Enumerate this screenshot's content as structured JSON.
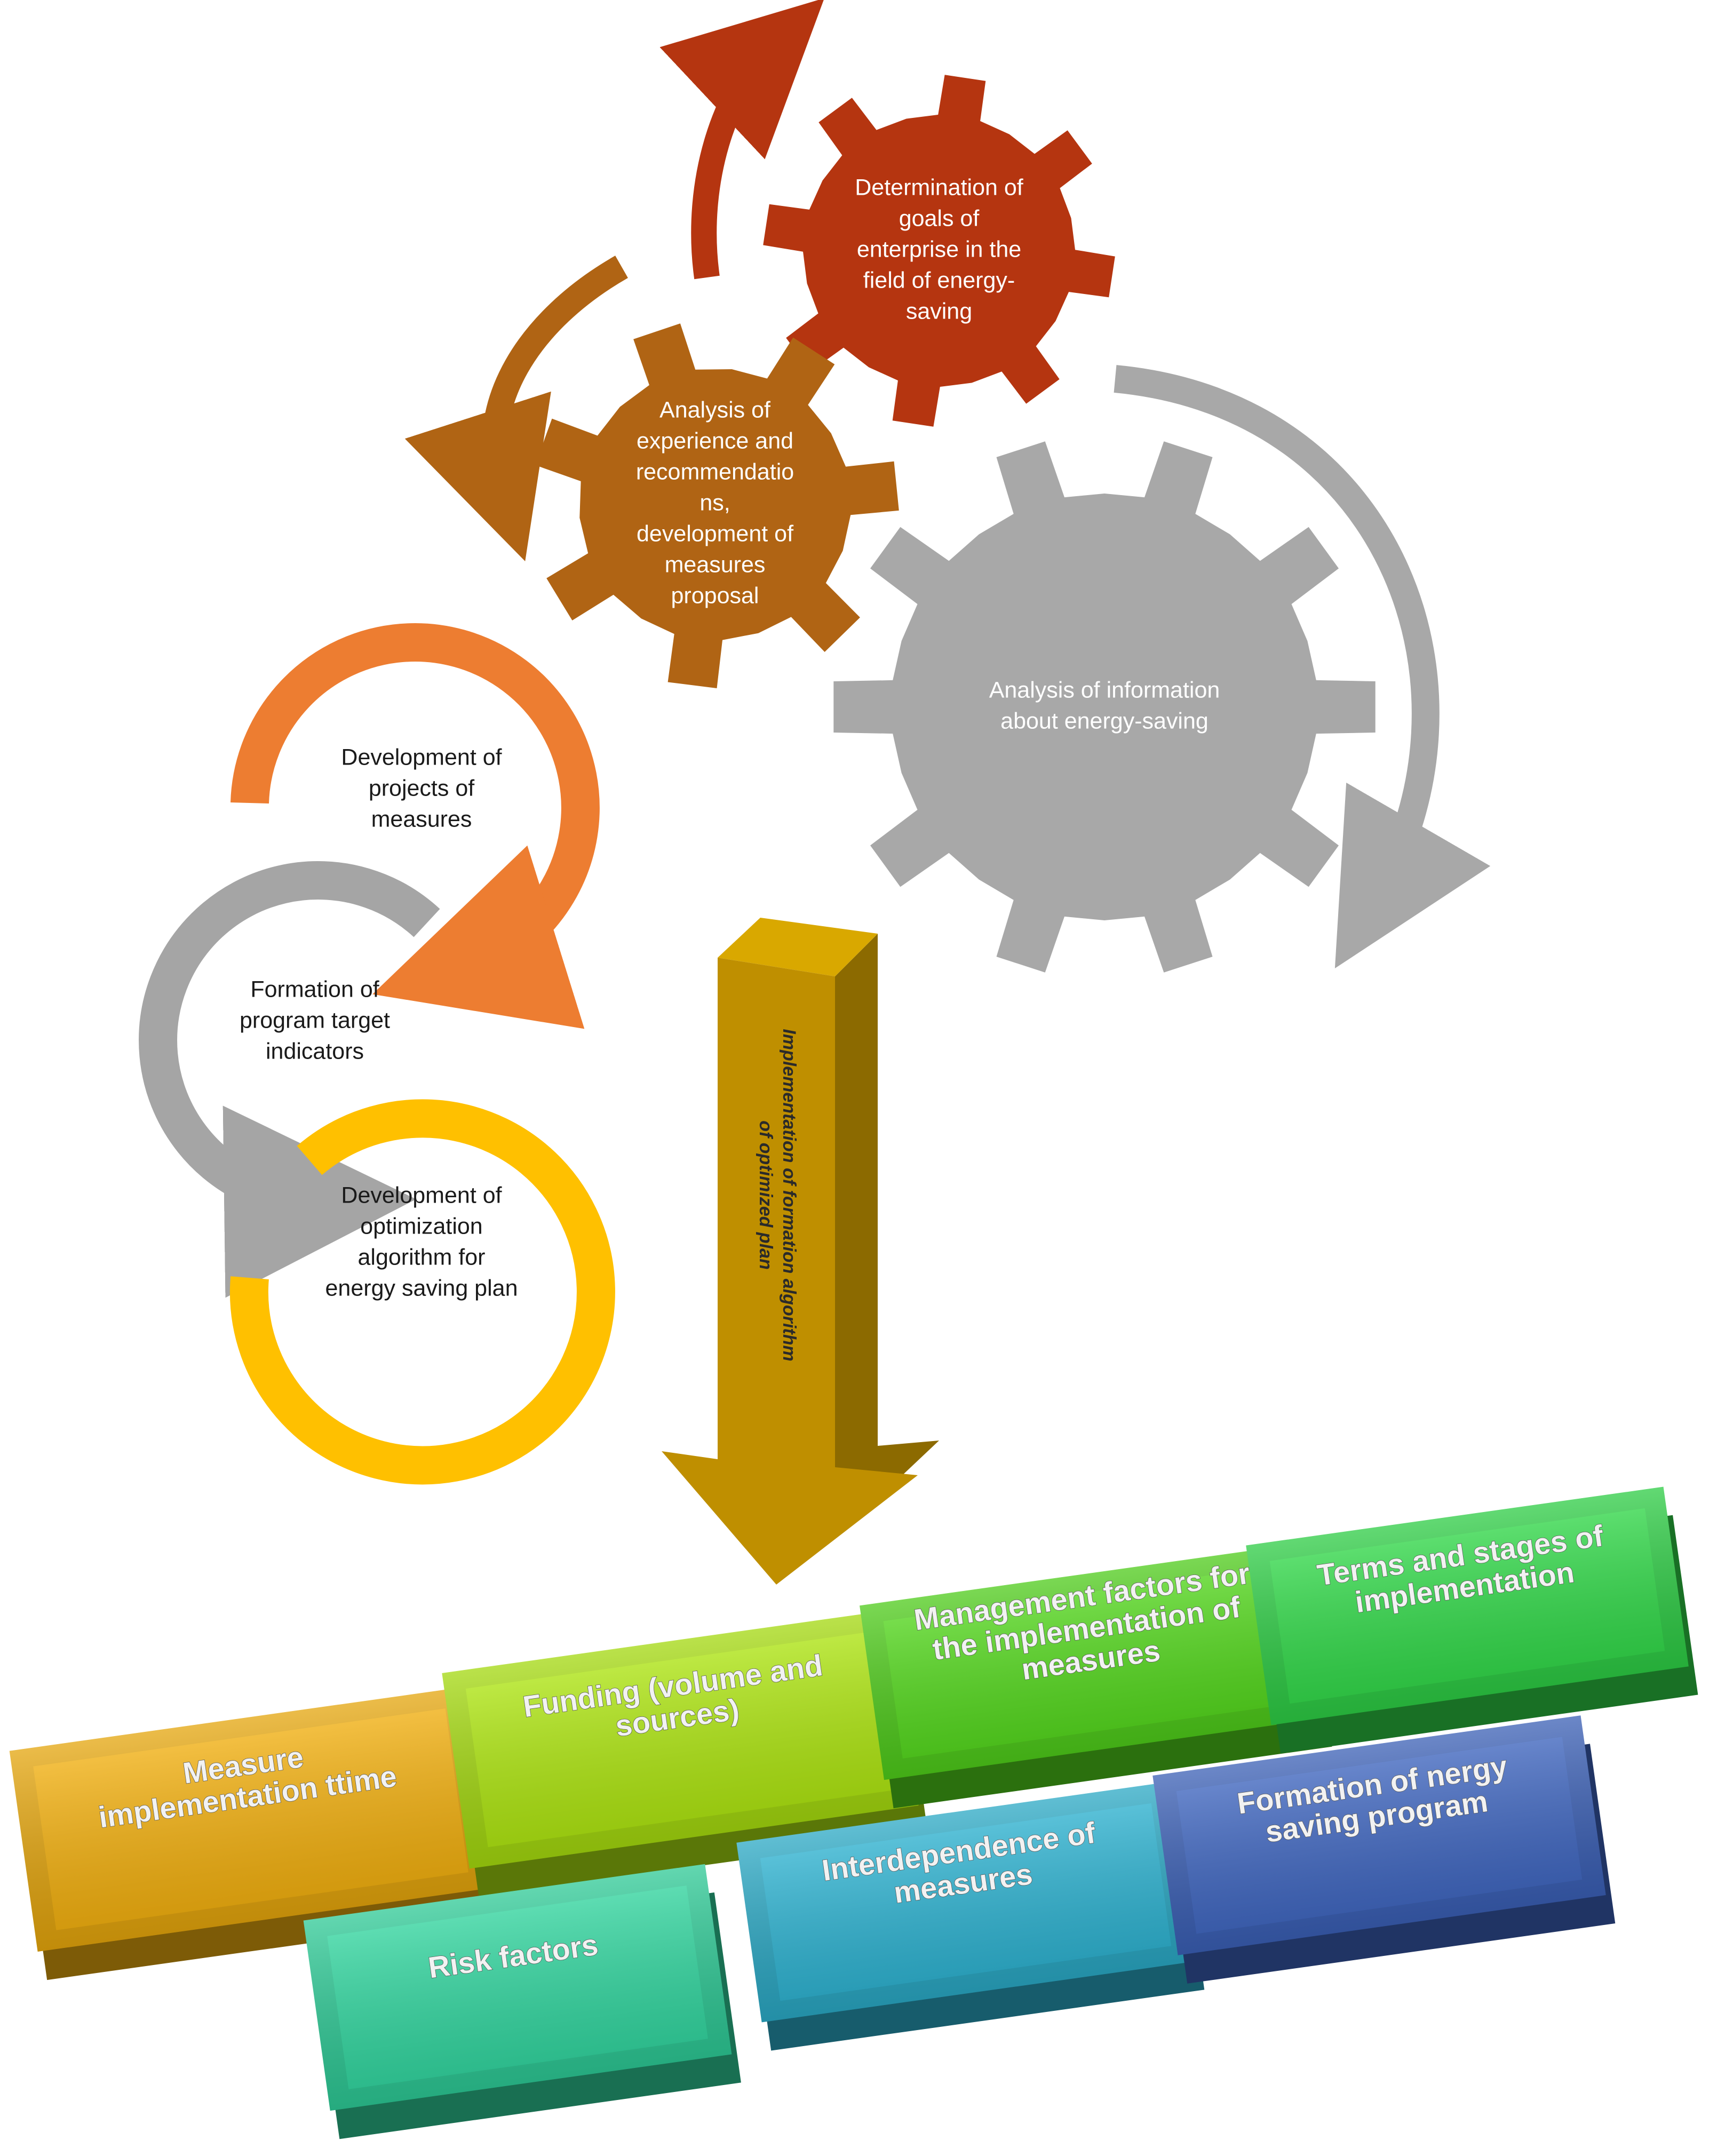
{
  "gears": [
    {
      "id": "goals",
      "lines": [
        "Determination of",
        "goals of",
        "enterprise in the",
        "field of energy-",
        "saving"
      ],
      "color": "#b53510"
    },
    {
      "id": "analysis-experience",
      "lines": [
        "Analysis of",
        "experience and",
        "recommendatio",
        "ns,",
        "development of",
        "measures",
        "proposal"
      ],
      "color": "#b06414"
    },
    {
      "id": "analysis-information",
      "lines": [
        "Analysis of information",
        "about energy-saving"
      ],
      "color": "#a8a8a8"
    }
  ],
  "rings": [
    {
      "id": "projects",
      "lines": [
        "Development of",
        "projects of",
        "measures"
      ],
      "color": "#ed7d31"
    },
    {
      "id": "target-indicators",
      "lines": [
        "Formation of",
        "program target",
        "indicators"
      ],
      "color": "#a5a5a5"
    },
    {
      "id": "optimization",
      "lines": [
        "Development of",
        "optimization",
        "algorithm for",
        "energy saving plan"
      ],
      "color": "#ffc000"
    }
  ],
  "down_arrow": {
    "lines": [
      "Implementation of formation algorithm",
      "of optimized plan"
    ],
    "color": "#bf8f00"
  },
  "blocks": [
    {
      "id": "measure-time",
      "lines": [
        "Measure",
        "implementation ttime"
      ],
      "color": "#e4a50c"
    },
    {
      "id": "funding",
      "lines": [
        "Funding (volume and",
        "sources)"
      ],
      "color": "#a3d80e"
    },
    {
      "id": "management-factors",
      "lines": [
        "Management factors for",
        "the implementation of",
        "measures"
      ],
      "color": "#4ecb1a"
    },
    {
      "id": "terms-stages",
      "lines": [
        "Terms and stages of",
        "implementation"
      ],
      "color": "#2dcc44"
    },
    {
      "id": "risk-factors",
      "lines": [
        "Risk factors"
      ],
      "color": "#2dc995"
    },
    {
      "id": "interdependence",
      "lines": [
        "Interdependence of",
        "measures"
      ],
      "color": "#2aa8c4"
    },
    {
      "id": "formation-program",
      "lines": [
        "Formation of nergy",
        "saving program"
      ],
      "color": "#3a5fb5"
    }
  ]
}
